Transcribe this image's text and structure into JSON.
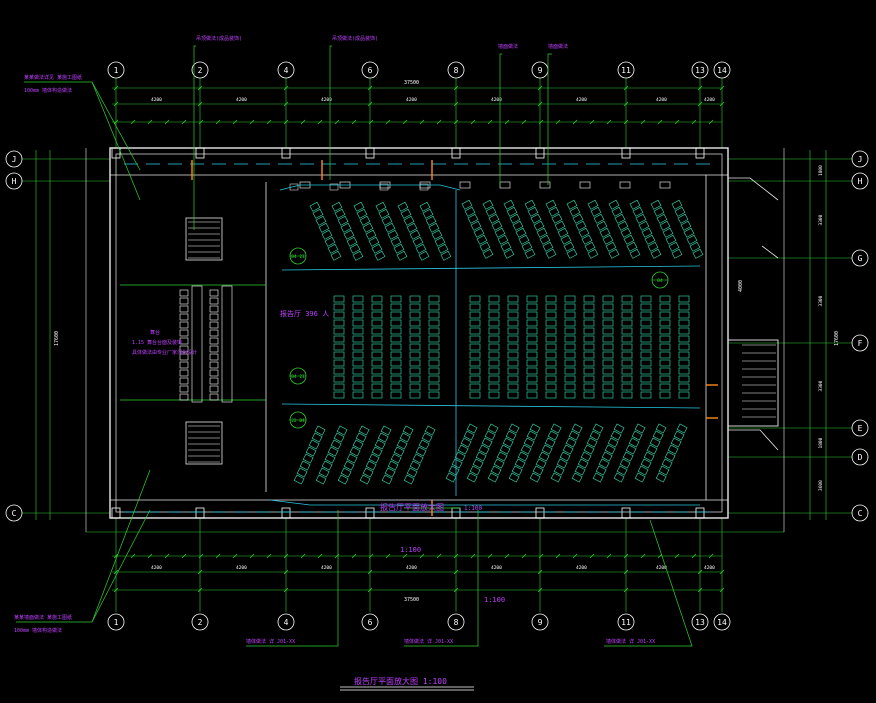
{
  "drawing": {
    "title": "报告厅平面放大图 1:100",
    "hall_label": "报告厅平面放大图",
    "hall_scale": "1:100",
    "scale_secondary": "1:100",
    "area_label": "报告厅 396 人",
    "stage_label": "舞台"
  },
  "colors": {
    "background": "#000000",
    "grid": "#2fd12f",
    "wall": "#e8e8e8",
    "seat": "#2fc7a0",
    "annotation": "#c040ff",
    "orange": "#ff8a1e",
    "cyan": "#27c6e0",
    "white": "#ffffff"
  },
  "axes": {
    "top_numbers": [
      "1",
      "2",
      "4",
      "6",
      "8",
      "9",
      "11",
      "13",
      "14"
    ],
    "bottom_numbers": [
      "1",
      "2",
      "4",
      "6",
      "8",
      "9",
      "11",
      "13",
      "14"
    ],
    "left_letters": [
      "J",
      "H",
      "C"
    ],
    "right_letters": [
      "J",
      "H",
      "G",
      "F",
      "E",
      "D",
      "C"
    ]
  },
  "callouts": {
    "top": [
      "吊顶做法(成品装饰)",
      "吊顶做法(成品装饰)",
      "墙面做法",
      "墙面做法"
    ],
    "left_upper": "某某做法详见 某施工图纸",
    "left_upper_sub": "100mm 墙体构造做法",
    "left_lower": "某某墙面做法 某施工图纸",
    "left_lower_sub": "100mm 墙体构造做法",
    "bottom": [
      "墙体做法 详 J01-XX",
      "墙体做法 详 J01-XX",
      "墙体做法 详 J01-XX"
    ],
    "stage_notes": [
      "舞台",
      "1.15 舞台台面及装饰",
      "具体做法由专业厂家深化设计"
    ]
  },
  "dims": {
    "top_overall": "37500",
    "bottom_overall": "37500",
    "top_bays": [
      "4200",
      "4200",
      "4200",
      "4200",
      "4200",
      "4200",
      "4200",
      "4200"
    ],
    "bottom_bays": [
      "4200",
      "4200",
      "4200",
      "4200",
      "4200",
      "4200",
      "4200",
      "4200"
    ],
    "left_overall": "17600",
    "right_overall": "17600",
    "right_segments": [
      "1800",
      "3300",
      "3300",
      "3300",
      "1800",
      "3600"
    ],
    "side_note": "4000"
  },
  "marks": {
    "circles": [
      "B4 21",
      "B4 21",
      "22 B4",
      "B4"
    ]
  }
}
